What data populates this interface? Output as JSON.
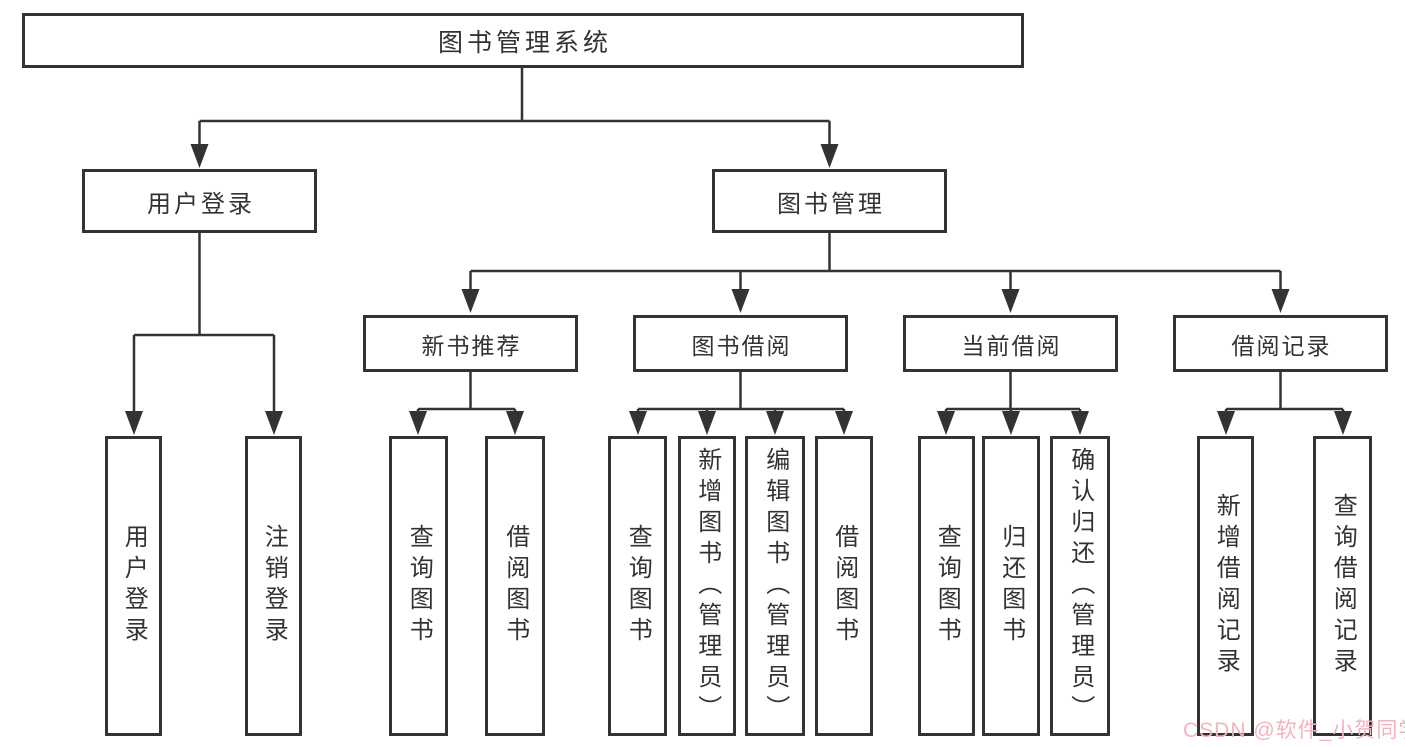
{
  "colors": {
    "line": "#333333",
    "text": "#333333",
    "background": "#ffffff",
    "watermark": "#f3b3bf"
  },
  "watermark": {
    "text": "CSDN @软件_小贺同学"
  },
  "tree": {
    "label": "图书管理系统",
    "children": [
      {
        "label": "用户登录",
        "children": [
          {
            "label": "用户登录"
          },
          {
            "label": "注销登录"
          }
        ]
      },
      {
        "label": "图书管理",
        "children": [
          {
            "label": "新书推荐",
            "children": [
              {
                "label": "查询图书"
              },
              {
                "label": "借阅图书"
              }
            ]
          },
          {
            "label": "图书借阅",
            "children": [
              {
                "label": "查询图书"
              },
              {
                "label": "新增图书（管理员）"
              },
              {
                "label": "编辑图书（管理员）"
              },
              {
                "label": "借阅图书"
              }
            ]
          },
          {
            "label": "当前借阅",
            "children": [
              {
                "label": "查询图书"
              },
              {
                "label": "归还图书"
              },
              {
                "label": "确认归还（管理员）"
              }
            ]
          },
          {
            "label": "借阅记录",
            "children": [
              {
                "label": "新增借阅记录"
              },
              {
                "label": "查询借阅记录"
              }
            ]
          }
        ]
      }
    ]
  }
}
